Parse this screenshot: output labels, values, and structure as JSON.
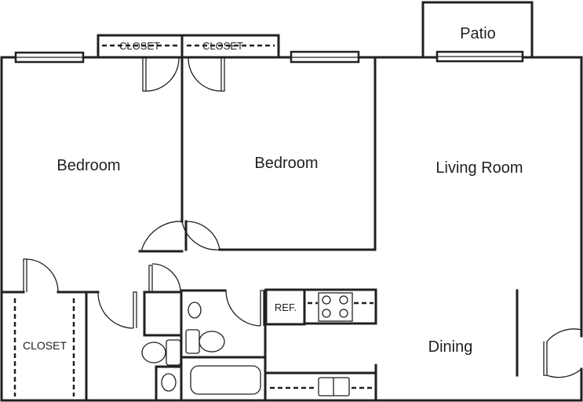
{
  "rooms": {
    "bedroom_1": "Bedroom",
    "bedroom_2": "Bedroom",
    "living_room": "Living Room",
    "patio": "Patio",
    "dining": "Dining",
    "closet_left": "CLOSET",
    "closet_top_1": "CLOSET",
    "closet_top_2": "CLOSET",
    "refrigerator": "REF."
  },
  "colors": {
    "line": "#231f20",
    "background": "#ffffff"
  }
}
